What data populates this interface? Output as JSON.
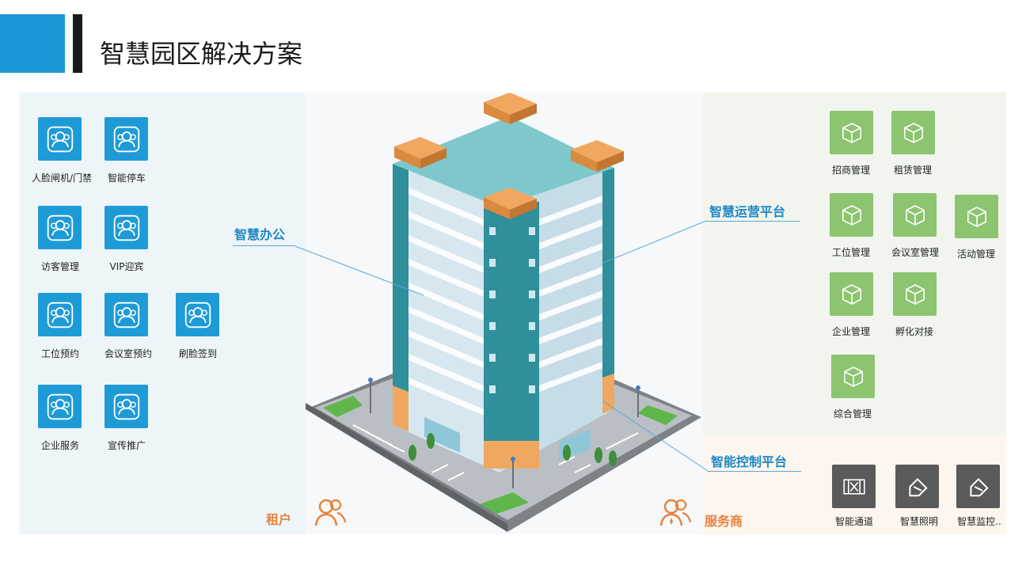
{
  "header": {
    "title": "智慧园区解决方案"
  },
  "left_panel": {
    "role_label": "租户",
    "items": [
      {
        "label": "人脸闸机/门禁",
        "icon": "people-icon"
      },
      {
        "label": "智能停车",
        "icon": "people-icon"
      },
      {
        "label": "访客管理",
        "icon": "people-icon"
      },
      {
        "label": "VIP迎宾",
        "icon": "people-icon"
      },
      {
        "label": "工位预约",
        "icon": "people-icon"
      },
      {
        "label": "会议室预约",
        "icon": "people-icon"
      },
      {
        "label": "刷脸签到",
        "icon": "people-icon"
      },
      {
        "label": "企业服务",
        "icon": "people-icon"
      },
      {
        "label": "宣传推广",
        "icon": "people-icon"
      }
    ]
  },
  "center": {
    "callouts": {
      "office": "智慧办公",
      "operations": "智慧运营平台",
      "control": "智能控制平台"
    }
  },
  "right_panel": {
    "role_label": "服务商",
    "ops_items": [
      {
        "label": "招商管理",
        "icon": "cube-icon"
      },
      {
        "label": "租赁管理",
        "icon": "cube-icon"
      },
      {
        "label": "工位管理",
        "icon": "cube-icon"
      },
      {
        "label": "会议室管理",
        "icon": "cube-icon"
      },
      {
        "label": "活动管理",
        "icon": "cube-icon"
      },
      {
        "label": "企业管理",
        "icon": "cube-icon"
      },
      {
        "label": "孵化对接",
        "icon": "cube-icon"
      },
      {
        "label": "综合管理",
        "icon": "cube-icon"
      }
    ],
    "control_items": [
      {
        "label": "智能通道",
        "icon": "gate-icon"
      },
      {
        "label": "智慧照明",
        "icon": "light-icon"
      },
      {
        "label": "智慧监控..",
        "icon": "camera-icon"
      }
    ]
  },
  "colors": {
    "accent_blue": "#1e9bd7",
    "accent_green": "#8cc470",
    "accent_orange": "#e8823a",
    "dark_tile": "#5a5a5a"
  }
}
